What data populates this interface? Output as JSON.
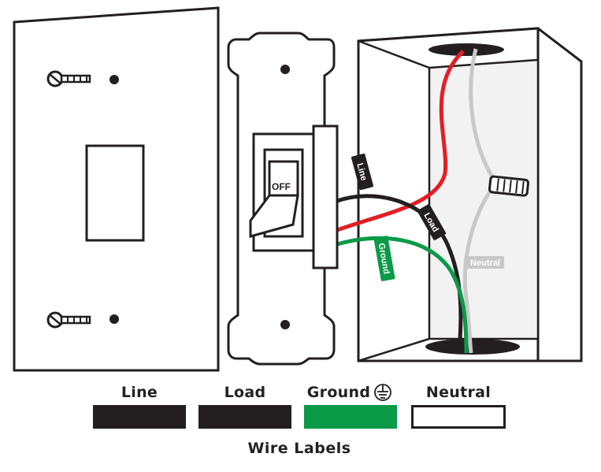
{
  "diagram": {
    "switch_toggle_text": "OFF",
    "wire_tags": {
      "line": "Line",
      "load": "Load",
      "ground": "Ground",
      "neutral": "Neutral"
    }
  },
  "legend": {
    "title": "Wire Labels",
    "items": [
      {
        "label": "Line",
        "color": "#231f20"
      },
      {
        "label": "Load",
        "color": "#231f20"
      },
      {
        "label": "Ground",
        "color": "#0a9a48",
        "icon": "ground-symbol-icon"
      },
      {
        "label": "Neutral",
        "color": "#ffffff"
      }
    ]
  },
  "colors": {
    "hot_wire": "#e31e24",
    "neutral_wire": "#c8c8c8",
    "outline": "#231f20",
    "box_fill": "#f2f2f2"
  }
}
